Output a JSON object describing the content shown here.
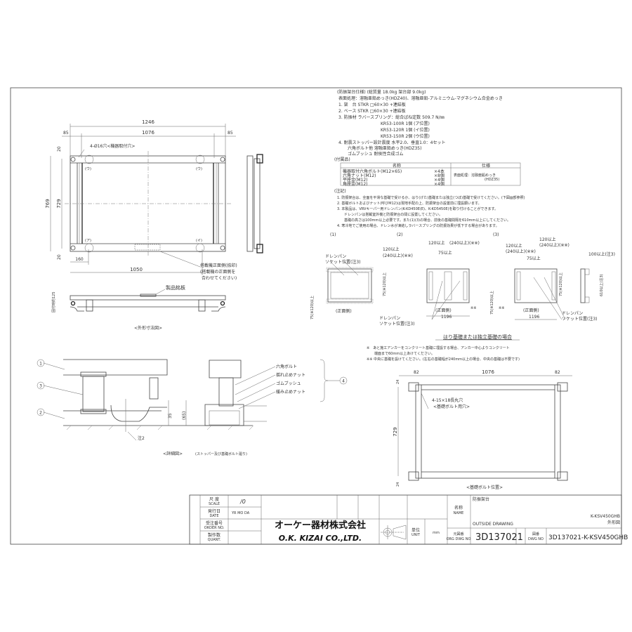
{
  "spec": {
    "lines": [
      "(防振架台仕様) (総質量 18.0kg 架台部 9.0kg)",
      "表面処理：溶融亜鉛めっき(HDZ40)、溶融亜鉛-アルミニウム-マグネシウム合金めっき",
      "1. 架　台 STKR □60×30 +連結板",
      "2. ベース STKR □60×30 +連結板",
      "3. 防振材 ラバースプリング：総合ばね定数 509.7 N/㎜",
      "KR53-100R 1個 (ア位置)",
      "KR53-120R 1個 (イ位置)",
      "KR53-150R 2個 (ウ位置)",
      "4. 耐震ストッパー設計震度 水平2.0、垂直1.0：4セット",
      "六角ボルト他 溶融亜鉛めっき(HDZ35)",
      "ゴムブッシュ 耐侯性合成ゴム",
      "(付属品)"
    ],
    "table": {
      "headers": [
        "名称",
        "仕様"
      ],
      "rows": [
        {
          "name": "機器取付六角ボルト(M12×65)",
          "qty": "×4本"
        },
        {
          "name": "六角ナット(M12)",
          "qty": "×8個"
        },
        {
          "name": "平座金(M12)",
          "qty": "×4個"
        },
        {
          "name": "角座金(M12)",
          "qty": "×4個"
        }
      ],
      "spec_line1": "表面処理：溶融亜鉛めっき",
      "spec_line2": "(HDZ35)"
    }
  },
  "notes": {
    "heading": "(注記)",
    "lines": [
      "1. 防振架台は、全面を平滑な基礎で受けるか、はり(げた)基礎または独立(つぼ)基礎で受けてください。(下図▨部参照)",
      "2. 基礎ボルトおよびナット(呼びM12)は現地手配の上、防振架台の設置前に埋設願います。",
      "3. 本製品は、VRVキーパー用ドレンパン(K-KD450E(E)、K-KD5450E)を取り付けることができます。",
      "ドレンパンは搭載室外機と防振架台の間に設置してください。",
      "基礎の高さは100mm以上必要です。また(1)(3)の場合、前後の基礎間隔を610mm以上にしてください。",
      "4. 寒冷地でご使用の場合、ドレン水が凍結しラバースプリングの防振効果が低下する場合があります。"
    ]
  },
  "outline": {
    "dim_overall_w": "1246",
    "dim_side": "85",
    "dim_inner_w": "1076",
    "dim_20": "20",
    "dim_overall_h": "769",
    "dim_inner_h": "729",
    "dim_160": "160",
    "dim_1050": "1050",
    "hole_label": "4-Ø16穴<機器取付穴>",
    "pos_u": "(ウ)",
    "pos_a": "(ア)",
    "pos_i": "(イ)",
    "front_note1": "搭載機正面側(捺印)",
    "front_note2": "(搭載機の正面側を",
    "front_note3": "合わせてください)",
    "nameplate": "製品銘板",
    "fixed_height": "固付時約125",
    "caption": "<外形寸法図>"
  },
  "detail": {
    "c1": "1",
    "c2": "2",
    "c3": "3",
    "c4": "4",
    "dim35": "35",
    "dim65": "(65)",
    "note2": "注2",
    "hex_bolt": "六角ボルト",
    "lock_nut": "揺れ止めナット",
    "rubber_bush": "ゴムブッシュ",
    "lock_nut2": "緩み止めナット",
    "caption": "<詳細図>",
    "caption_sub": "(ストッパー及び基礎ボルト廻り)"
  },
  "foundation": {
    "case1": "(1)",
    "case2": "(2)",
    "case3": "(3)",
    "drain1": "ドレンパン",
    "drain2": "ソケット位置(注3)",
    "front": "(正面側)",
    "d120": "120以上",
    "d240": "(240以上)(※※)",
    "d75": "75以上",
    "d75v": "75(※120)以上",
    "d1196": "1196",
    "kome2": "※※",
    "d100": "100以上(注3)",
    "d610": "610以上(注3)",
    "title": "はり基礎または独立基礎の場合",
    "n1a": "※　あと施工アンカーをコンクリート基礎に埋設する場合、アンカー中心よりコンクリート",
    "n1b": "端面まで60mm以上あけてください。",
    "n2": "※※ 中央に基礎を設けてください。(左右の基礎幅が240mm以上の場合、中央の基礎は不要です)"
  },
  "bolt_view": {
    "d82": "82",
    "d1076": "1076",
    "d24": "24",
    "d729": "729",
    "hole1": "4-15×18長丸穴",
    "hole2": "<基礎ボルト用穴>",
    "caption": "<基礎ボルト位置>"
  },
  "title_block": {
    "scale_label": "尺 度",
    "scale_en": "SCALE",
    "scale_value": "/0",
    "date_label": "発行日",
    "date_en": "DATE",
    "date_value": "YR MO DA",
    "order_label": "受注番号",
    "order_en": "ORDER NO.",
    "qty_label": "製作数",
    "qty_en": "QUANT.",
    "company_jp": "オーケー器材株式会社",
    "company_en": "O.K. KIZAI CO.,LTD.",
    "unit_label": "単位",
    "unit_en": "UNIT",
    "unit_value": "mm",
    "name_label": "名称",
    "name_en": "NAME",
    "product_name": "防振架台",
    "model": "K-KSV450GHB",
    "drawing_type_jp": "外形図",
    "drawing_type_en": "OUTSIDE DRAWING",
    "orig_label": "元図番",
    "orig_en": "ORG DWG NO",
    "orig_no": "3D137021",
    "dwg_label": "図番",
    "dwg_en": "DWG NO",
    "dwg_no": "3D137021-K-KSV450GHB"
  }
}
